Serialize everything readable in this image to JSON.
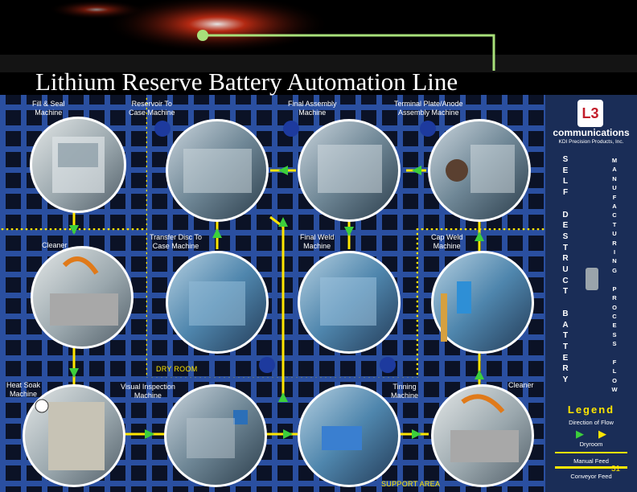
{
  "title": "Lithium Reserve Battery Automation Line",
  "page_number": "31",
  "colors": {
    "grid": "#2a4fa0",
    "flow": "#ffe600",
    "arrow": "#3ccf3c",
    "legend_bg": "#1a2d57"
  },
  "machines": {
    "fill_seal": "Fill & Seal\nMachine",
    "reservoir_case": "Reservoir To\nCase Machine",
    "final_assembly": "Final Assembly\nMachine",
    "terminal_plate": "Terminal Plate/Anode\nAssembly Machine",
    "cleaner_left": "Cleaner",
    "transfer_disc": "Transfer Disc To\nCase Machine",
    "final_weld": "Final Weld\nMachine",
    "cap_weld": "Cap Weld\nMachine",
    "heat_soak": "Heat Soak\nMachine",
    "visual_inspection": "Visual Inspection\nMachine",
    "tinning": "Tinning\nMachine",
    "cleaner_right": "Cleaner"
  },
  "areas": {
    "dry_room": "DRY ROOM",
    "support_area": "SUPPORT AREA"
  },
  "sidebar": {
    "logo_text": "L3",
    "company": "communications",
    "division": "KDI Precision Products, Inc.",
    "col1": [
      "S",
      "E",
      "L",
      "F",
      "",
      "D",
      "E",
      "S",
      "T",
      "R",
      "U",
      "C",
      "T",
      "",
      "B",
      "A",
      "T",
      "T",
      "E",
      "R",
      "Y"
    ],
    "col2": [
      "M",
      "A",
      "N",
      "U",
      "F",
      "A",
      "C",
      "T",
      "U",
      "R",
      "I",
      "N",
      "G",
      "",
      "P",
      "R",
      "O",
      "C",
      "E",
      "S",
      "S",
      "",
      "F",
      "L",
      "O",
      "W"
    ]
  },
  "legend": {
    "title": "Legend",
    "direction": "Direction of Flow",
    "dryroom": "Dryroom",
    "manual_feed": "Manual Feed",
    "conveyor_feed": "Conveyor Feed"
  }
}
